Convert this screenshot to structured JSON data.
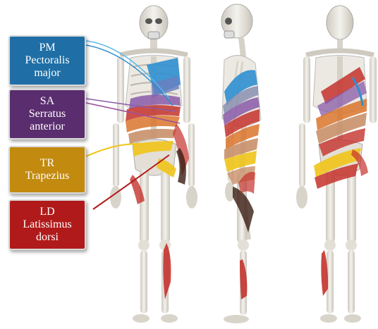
{
  "labels": [
    {
      "code": "PM",
      "name_line1": "Pectoralis",
      "name_line2": "major",
      "color": "#1f6fa6"
    },
    {
      "code": "SA",
      "name_line1": "Serratus",
      "name_line2": "anterior",
      "color": "#5a2d6e"
    },
    {
      "code": "TR",
      "name_line1": "Trapezius",
      "name_line2": "",
      "color": "#c28a0e"
    },
    {
      "code": "LD",
      "name_line1": "Latissimus",
      "name_line2": "dorsi",
      "color": "#b11a1a"
    }
  ],
  "figures": [
    "front-view",
    "side-view",
    "back-view"
  ],
  "muscle_colors": {
    "blue": "#2f8fd0",
    "purple": "#8a5aa8",
    "red": "#c4322c",
    "orange": "#d9742c",
    "yellow": "#f0c419",
    "tan": "#c9906a",
    "bone": "#e9e6df"
  }
}
